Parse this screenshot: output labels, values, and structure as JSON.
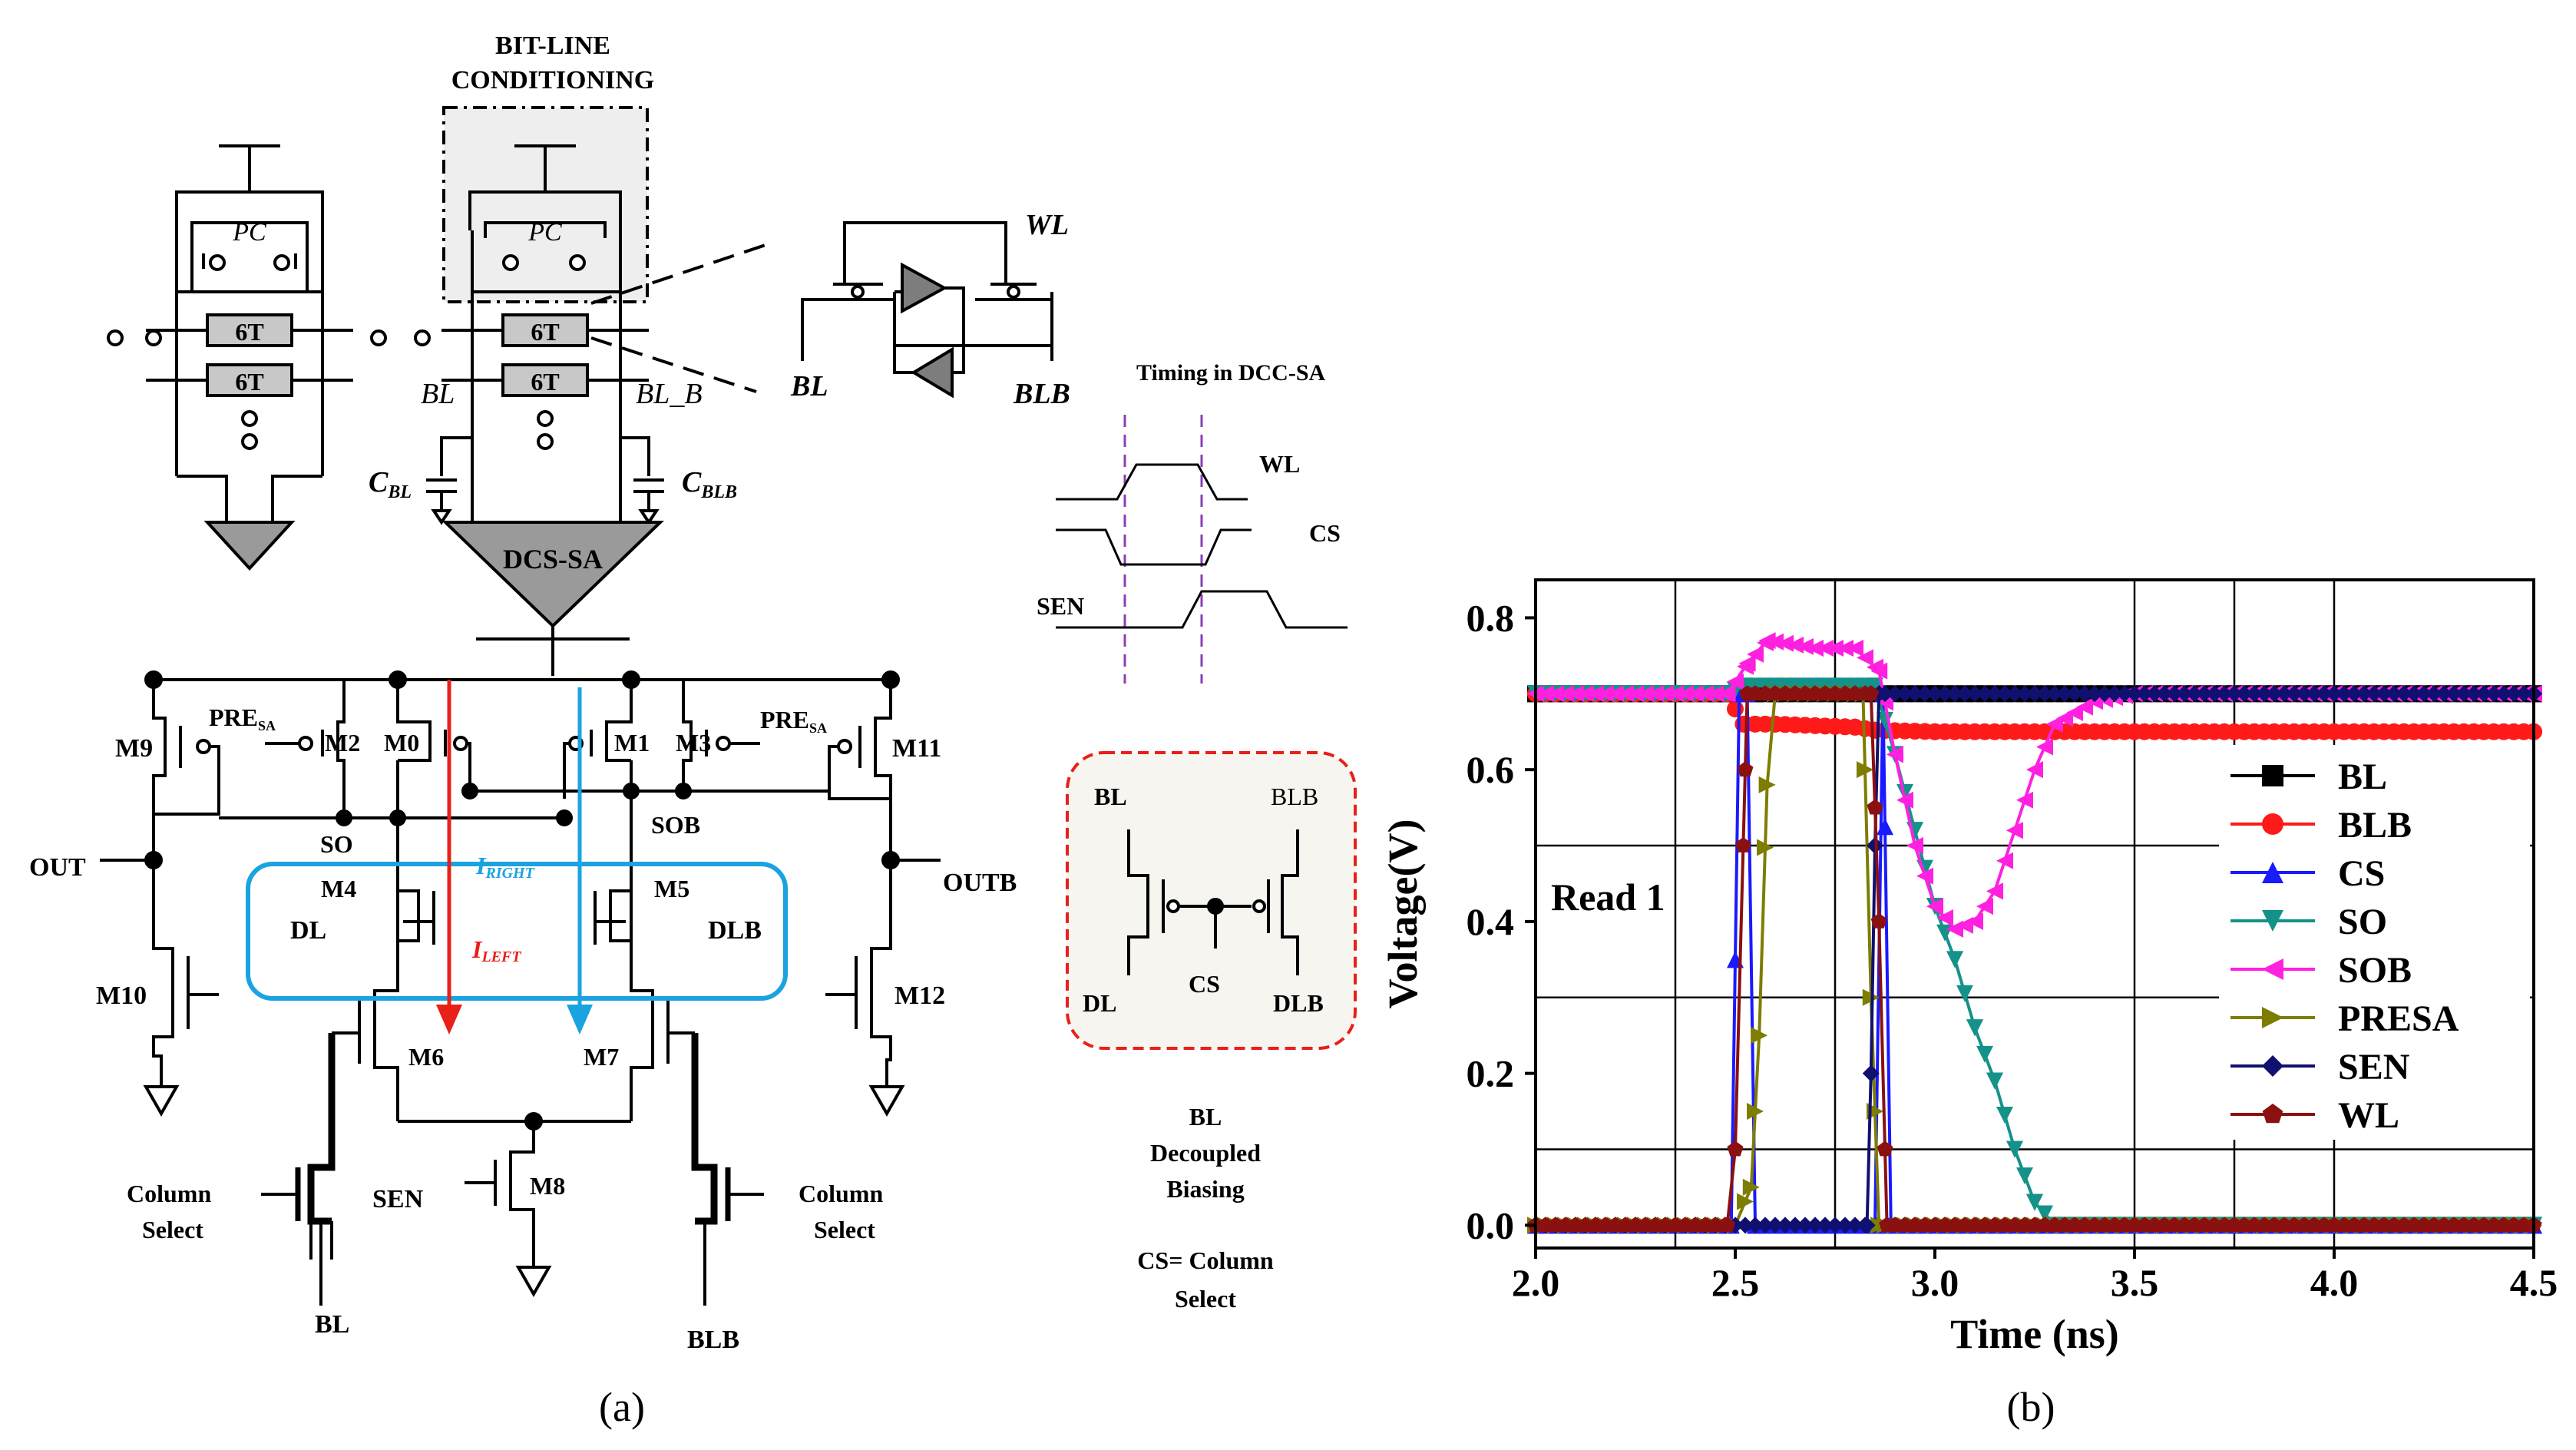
{
  "panel_a": {
    "caption": "(a)",
    "bitline_title_1": "BIT-LINE",
    "bitline_title_2": "CONDITIONING",
    "cell_6t": "6T",
    "pc": "PC",
    "bl": "BL",
    "bl_b": "BL_B",
    "c_bl": "C",
    "c_bl_sub": "BL",
    "c_blb": "C",
    "c_blb_sub": "BLB",
    "dcs_sa": "DCS-SA",
    "cell_wl": "WL",
    "cell_bl": "BL",
    "cell_blb": "BLB",
    "timing_title": "Timing in DCC-SA",
    "timing_wl": "WL",
    "timing_cs": "CS",
    "timing_sen": "SEN",
    "pre_sa_left": "PRE",
    "pre_sa_right": "PRE",
    "pre_sub": "SA",
    "m9": "M9",
    "m2": "M2",
    "m0": "M0",
    "m1": "M1",
    "m3": "M3",
    "m11": "M11",
    "m4": "M4",
    "m5": "M5",
    "m6": "M6",
    "m7": "M7",
    "m8": "M8",
    "m10": "M10",
    "m12": "M12",
    "so": "SO",
    "sob": "SOB",
    "out": "OUT",
    "outb": "OUTB",
    "dl": "DL",
    "dlb": "DLB",
    "i_right": "I",
    "i_right_sub": "RIGHT",
    "i_left": "I",
    "i_left_sub": "LEFT",
    "sen": "SEN",
    "col_select_1": "Column",
    "col_select_2": "Select",
    "bottom_bl": "BL",
    "bottom_blb": "BLB",
    "inset_bl": "BL",
    "inset_blb": "BLB",
    "inset_dl": "DL",
    "inset_cs": "CS",
    "inset_dlb": "DLB",
    "decoupled_1": "BL",
    "decoupled_2": "Decoupled",
    "decoupled_3": "Biasing",
    "cs_note_1": "CS= Column",
    "cs_note_2": "Select",
    "colors": {
      "blue": "#1aa3e0",
      "red": "#e8201a",
      "purple": "#8a3fb5",
      "gray": "#bdbdbd"
    }
  },
  "panel_b": {
    "caption": "(b)",
    "annotation": "Read 1"
  },
  "chart_data": {
    "type": "line",
    "xlabel": "Time (ns)",
    "ylabel": "Voltage(V)",
    "xlim": [
      2.0,
      4.5
    ],
    "ylim": [
      -0.03,
      0.85
    ],
    "xticks": [
      2.0,
      2.5,
      3.0,
      3.5,
      4.0,
      4.5
    ],
    "xtick_labels": [
      "2.0",
      "2.5",
      "3.0",
      "3.5",
      "4.0",
      "4.5"
    ],
    "yticks": [
      0.0,
      0.2,
      0.4,
      0.6,
      0.8
    ],
    "ytick_labels": [
      "0.0",
      "0.2",
      "0.4",
      "0.6",
      "0.8"
    ],
    "grid": true,
    "legend_position": "right",
    "series": [
      {
        "name": "BL",
        "color": "#000000",
        "marker": "square",
        "points": [
          [
            2.0,
            0.7
          ],
          [
            2.45,
            0.7
          ],
          [
            2.49,
            0.7
          ],
          [
            2.52,
            0.7
          ],
          [
            2.55,
            0.7
          ],
          [
            2.6,
            0.7
          ],
          [
            2.8,
            0.7
          ],
          [
            2.85,
            0.7
          ],
          [
            3.0,
            0.7
          ],
          [
            4.5,
            0.7
          ]
        ]
      },
      {
        "name": "BLB",
        "color": "#ff1a1a",
        "marker": "circle",
        "points": [
          [
            2.0,
            0.7
          ],
          [
            2.48,
            0.7
          ],
          [
            2.52,
            0.66
          ],
          [
            2.6,
            0.66
          ],
          [
            2.8,
            0.656
          ],
          [
            2.85,
            0.652
          ],
          [
            3.0,
            0.65
          ],
          [
            4.5,
            0.65
          ]
        ]
      },
      {
        "name": "CS",
        "color": "#1a1aff",
        "marker": "triangle-up",
        "points": [
          [
            2.0,
            0.0
          ],
          [
            2.49,
            0.0
          ],
          [
            2.51,
            0.7
          ],
          [
            2.53,
            0.7
          ],
          [
            2.55,
            0.0
          ],
          [
            2.85,
            0.0
          ],
          [
            2.87,
            0.7
          ],
          [
            2.89,
            0.0
          ],
          [
            4.5,
            0.0
          ]
        ]
      },
      {
        "name": "SO",
        "color": "#14928a",
        "marker": "triangle-down",
        "points": [
          [
            2.0,
            0.7
          ],
          [
            2.48,
            0.7
          ],
          [
            2.52,
            0.71
          ],
          [
            2.85,
            0.71
          ],
          [
            2.9,
            0.62
          ],
          [
            2.95,
            0.52
          ],
          [
            3.0,
            0.42
          ],
          [
            3.05,
            0.35
          ],
          [
            3.1,
            0.26
          ],
          [
            3.15,
            0.19
          ],
          [
            3.2,
            0.1
          ],
          [
            3.25,
            0.03
          ],
          [
            3.3,
            0.0
          ],
          [
            4.5,
            0.0
          ]
        ]
      },
      {
        "name": "SOB",
        "color": "#ff20e0",
        "marker": "triangle-left",
        "points": [
          [
            2.0,
            0.7
          ],
          [
            2.48,
            0.7
          ],
          [
            2.53,
            0.74
          ],
          [
            2.58,
            0.77
          ],
          [
            2.7,
            0.76
          ],
          [
            2.8,
            0.76
          ],
          [
            2.86,
            0.73
          ],
          [
            2.9,
            0.62
          ],
          [
            2.95,
            0.5
          ],
          [
            3.0,
            0.42
          ],
          [
            3.05,
            0.39
          ],
          [
            3.1,
            0.4
          ],
          [
            3.15,
            0.44
          ],
          [
            3.2,
            0.52
          ],
          [
            3.25,
            0.6
          ],
          [
            3.3,
            0.66
          ],
          [
            3.4,
            0.69
          ],
          [
            3.5,
            0.7
          ],
          [
            4.5,
            0.7
          ]
        ]
      },
      {
        "name": "PRESA",
        "color": "#7d7d00",
        "marker": "triangle-right",
        "points": [
          [
            2.0,
            0.0
          ],
          [
            2.5,
            0.0
          ],
          [
            2.54,
            0.05
          ],
          [
            2.56,
            0.25
          ],
          [
            2.58,
            0.58
          ],
          [
            2.6,
            0.7
          ],
          [
            2.82,
            0.7
          ],
          [
            2.84,
            0.3
          ],
          [
            2.86,
            0.0
          ],
          [
            4.5,
            0.0
          ]
        ]
      },
      {
        "name": "SEN",
        "color": "#101070",
        "marker": "diamond",
        "points": [
          [
            2.0,
            0.0
          ],
          [
            2.83,
            0.0
          ],
          [
            2.84,
            0.2
          ],
          [
            2.85,
            0.5
          ],
          [
            2.86,
            0.7
          ],
          [
            4.5,
            0.7
          ]
        ]
      },
      {
        "name": "WL",
        "color": "#8b1010",
        "marker": "pentagon",
        "points": [
          [
            2.0,
            0.0
          ],
          [
            2.48,
            0.0
          ],
          [
            2.5,
            0.1
          ],
          [
            2.52,
            0.5
          ],
          [
            2.53,
            0.7
          ],
          [
            2.84,
            0.7
          ],
          [
            2.86,
            0.4
          ],
          [
            2.88,
            0.0
          ],
          [
            4.5,
            0.0
          ]
        ]
      }
    ]
  }
}
